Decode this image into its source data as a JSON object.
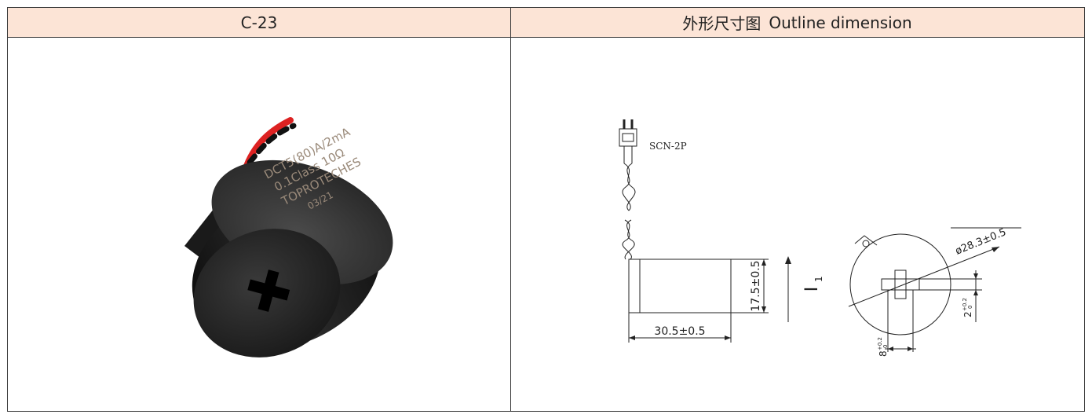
{
  "header": {
    "model": "C-23",
    "outline_cn": "外形尺寸图",
    "outline_en": "Outline dimension"
  },
  "photo": {
    "engraving": [
      "DCT5(80)A/2mA",
      "0.1Class 10Ω",
      "TOPROTECHES",
      "03/21"
    ]
  },
  "drawing": {
    "connector_label": "SCN-2P",
    "width_dim": "30.5±0.5",
    "height_dim": "17.5±0.5",
    "current_label": "I",
    "current_sub": "1",
    "diameter_dim": "ø28.3±0.5",
    "slot_h_base": "2",
    "slot_h_tol": "+0.2",
    "slot_h_tol2": "0",
    "slot_w_base": "8",
    "slot_w_tol": "+0.2",
    "slot_w_tol2": "0"
  },
  "colors": {
    "header_bg": "#fce4d6",
    "border": "#3a3a3a"
  }
}
